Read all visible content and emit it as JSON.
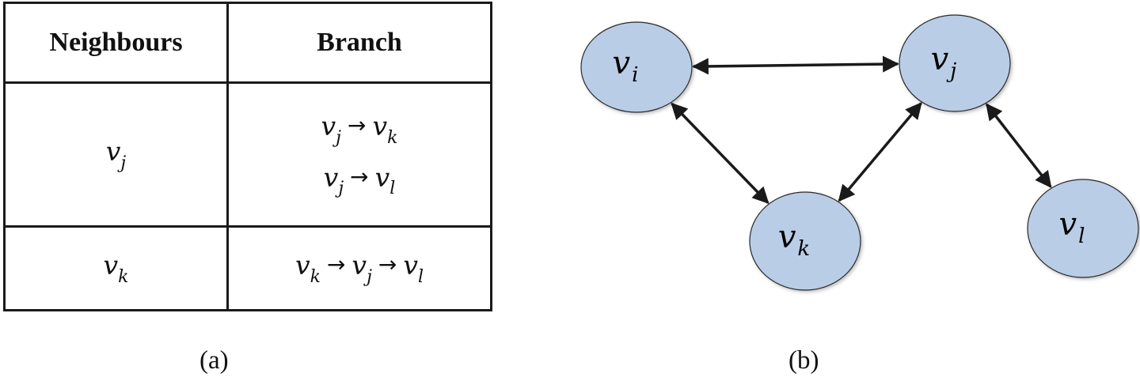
{
  "table": {
    "headers": {
      "neighbours": "Neighbours",
      "branch": "Branch"
    },
    "rows": [
      {
        "neighbour": {
          "base": "v",
          "sub": "j"
        },
        "branches": [
          [
            {
              "base": "v",
              "sub": "j"
            },
            {
              "base": "v",
              "sub": "k"
            }
          ],
          [
            {
              "base": "v",
              "sub": "j"
            },
            {
              "base": "v",
              "sub": "l"
            }
          ]
        ]
      },
      {
        "neighbour": {
          "base": "v",
          "sub": "k"
        },
        "branches": [
          [
            {
              "base": "v",
              "sub": "k"
            },
            {
              "base": "v",
              "sub": "j"
            },
            {
              "base": "v",
              "sub": "l"
            }
          ]
        ]
      }
    ],
    "arrow": "→"
  },
  "captions": {
    "a": "(a)",
    "b": "(b)"
  },
  "graph": {
    "nodes": [
      {
        "id": "i",
        "base": "v",
        "sub": "i"
      },
      {
        "id": "j",
        "base": "v",
        "sub": "j"
      },
      {
        "id": "k",
        "base": "v",
        "sub": "k"
      },
      {
        "id": "l",
        "base": "v",
        "sub": "l"
      }
    ],
    "edges": [
      {
        "from": "i",
        "to": "j",
        "bidirectional": true
      },
      {
        "from": "i",
        "to": "k",
        "bidirectional": true
      },
      {
        "from": "k",
        "to": "j",
        "bidirectional": true
      },
      {
        "from": "j",
        "to": "l",
        "bidirectional": true
      }
    ],
    "node_fill": "#b9cde6",
    "node_stroke": "#2b2b2b",
    "edge_color": "#1a1a1a"
  }
}
